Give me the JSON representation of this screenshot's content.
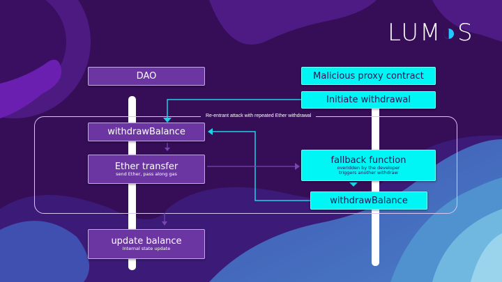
{
  "logo": {
    "text_left": "LUM",
    "moon_glyph": "◑",
    "text_right": "S",
    "brand": "LUMOS"
  },
  "colors": {
    "background": "#360e58",
    "dao_box": "#6b35a2",
    "malicious_box": "#00f5f5",
    "malicious_arrow": "#19d4e6",
    "internal_arrow": "#7a45b0"
  },
  "dao": {
    "title": "DAO",
    "steps": [
      {
        "title": "withdrawBalance"
      },
      {
        "title": "Ether transfer",
        "subtitle": "send Ether, pass along gas"
      },
      {
        "title": "update balance",
        "subtitle": "Internal state update"
      }
    ]
  },
  "attacker": {
    "title": "Malicious proxy contract",
    "steps": [
      {
        "title": "Initiate withdrawal"
      },
      {
        "title": "fallback function",
        "subtitle_lines": [
          "overidden by the developer",
          "triggers another withdraw"
        ]
      },
      {
        "title": "withdrawBalance"
      }
    ]
  },
  "loop_frame": {
    "label": "Re-entrant attack with repeated Ether withdrawal"
  }
}
